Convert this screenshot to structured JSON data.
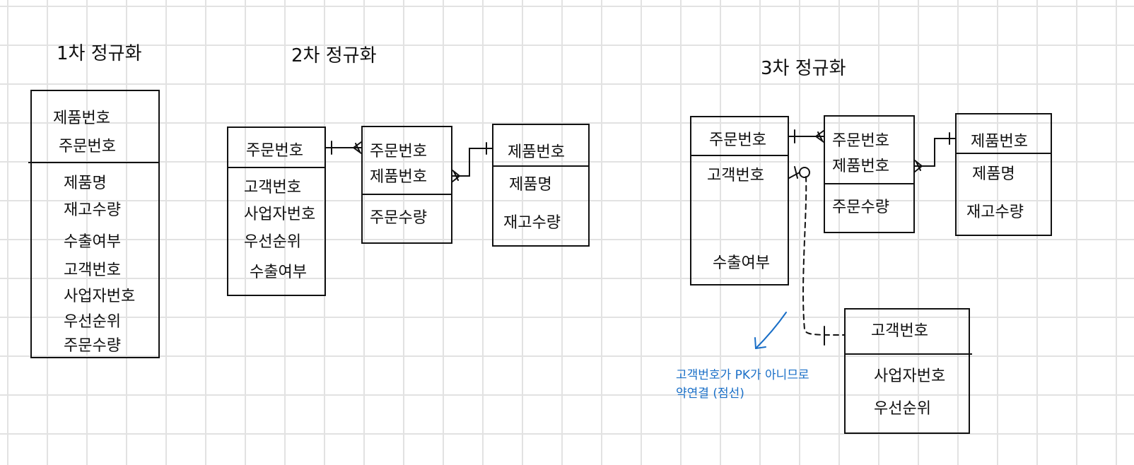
{
  "titles": {
    "first": "1차 정규화",
    "second": "2차 정규화",
    "third": "3차 정규화"
  },
  "nf1": {
    "keys": [
      "제품번호",
      "주문번호"
    ],
    "attrs": [
      "제품명",
      "재고수량",
      "수출여부",
      "고객번호",
      "사업자번호",
      "우선순위",
      "주문수량"
    ]
  },
  "nf2": {
    "order": {
      "header": "주문번호",
      "attrs": [
        "고객번호",
        "사업자번호",
        "우선순위",
        "수출여부"
      ]
    },
    "orderline": {
      "keys": [
        "주문번호",
        "제품번호"
      ],
      "attrs": [
        "주문수량"
      ]
    },
    "product": {
      "header": "제품번호",
      "attrs": [
        "제품명",
        "재고수량"
      ]
    }
  },
  "nf3": {
    "order": {
      "header": "주문번호",
      "attrs": [
        "고객번호",
        "수출여부"
      ]
    },
    "orderline": {
      "keys": [
        "주문번호",
        "제품번호"
      ],
      "attrs": [
        "주문수량"
      ]
    },
    "product": {
      "header": "제품번호",
      "attrs": [
        "제품명",
        "재고수량"
      ]
    },
    "customer": {
      "header": "고객번호",
      "attrs": [
        "사업자번호",
        "우선순위"
      ]
    }
  },
  "note": {
    "line1": "고객번호가 PK가 아니므로",
    "line2": "약연결 (점선)"
  },
  "colors": {
    "ink": "#111111",
    "note": "#1a6fc7",
    "grid": "#e2e2e2"
  }
}
